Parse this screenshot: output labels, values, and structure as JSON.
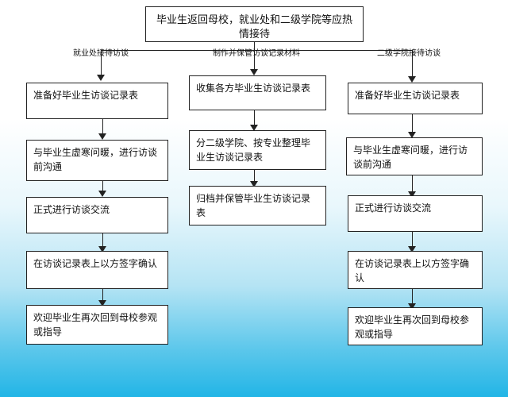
{
  "top": {
    "text": "毕业生返回母校，就业处和二级学院等应热情接待"
  },
  "branches": [
    {
      "label": "就业处接待访谈",
      "steps": [
        "准备好毕业生访谈记录表",
        "与毕业生虚寒问暖，进行访谈前沟通",
        "正式进行访谈交流",
        "在访谈记录表上以方签字确认",
        "欢迎毕业生再次回到母校参观或指导"
      ]
    },
    {
      "label": "制作并保管访谈记录材料",
      "steps": [
        "收集各方毕业生访谈记录表",
        "分二级学院、按专业整理毕业生访谈记录表",
        "归档并保管毕业生访谈记录表"
      ]
    },
    {
      "label": "二级学院接待访谈",
      "steps": [
        "准备好毕业生访谈记录表",
        "与毕业生虚寒问暖，进行访谈前沟通",
        "正式进行访谈交流",
        "在访谈记录表上以方签字确认",
        "欢迎毕业生再次回到母校参观或指导"
      ]
    }
  ]
}
